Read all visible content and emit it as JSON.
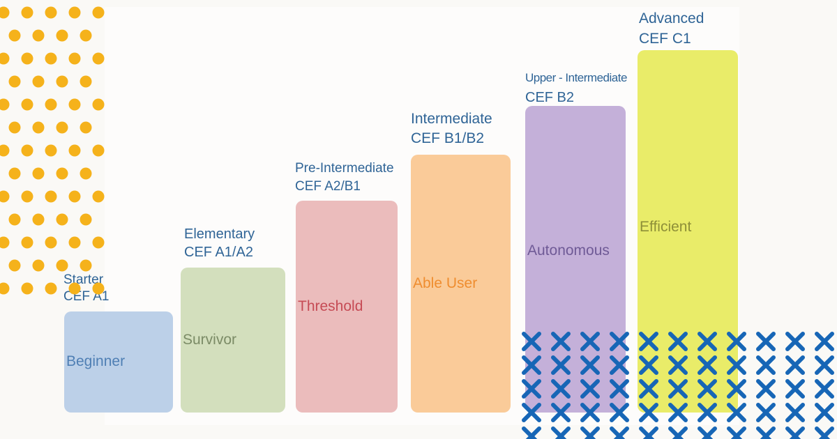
{
  "levels": [
    {
      "name": "Starter",
      "cef": "CEF A1",
      "descriptor": "Beginner",
      "box_color": "#bcd0e8",
      "text_color": "#4f7fb4"
    },
    {
      "name": "Elementary",
      "cef": "CEF A1/A2",
      "descriptor": "Survivor",
      "box_color": "#d3dfbd",
      "text_color": "#7b8b66"
    },
    {
      "name": "Pre-Intermediate",
      "cef": "CEF A2/B1",
      "descriptor": "Threshold",
      "box_color": "#ebbcbc",
      "text_color": "#c64b55"
    },
    {
      "name": "Intermediate",
      "cef": "CEF B1/B2",
      "descriptor": "Able User",
      "box_color": "#facb99",
      "text_color": "#ef8d2f"
    },
    {
      "name": "Upper - Intermediate",
      "cef": "CEF B2",
      "descriptor": "Autonomous",
      "box_color": "#c4b0d9",
      "text_color": "#6f5a96"
    },
    {
      "name": "Advanced",
      "cef": "CEF C1",
      "descriptor": "Efficient",
      "box_color": "#e9ec69",
      "text_color": "#8e8f38"
    }
  ],
  "decor": {
    "dot_color": "#f5b21b",
    "cross_color": "#1766b6"
  }
}
